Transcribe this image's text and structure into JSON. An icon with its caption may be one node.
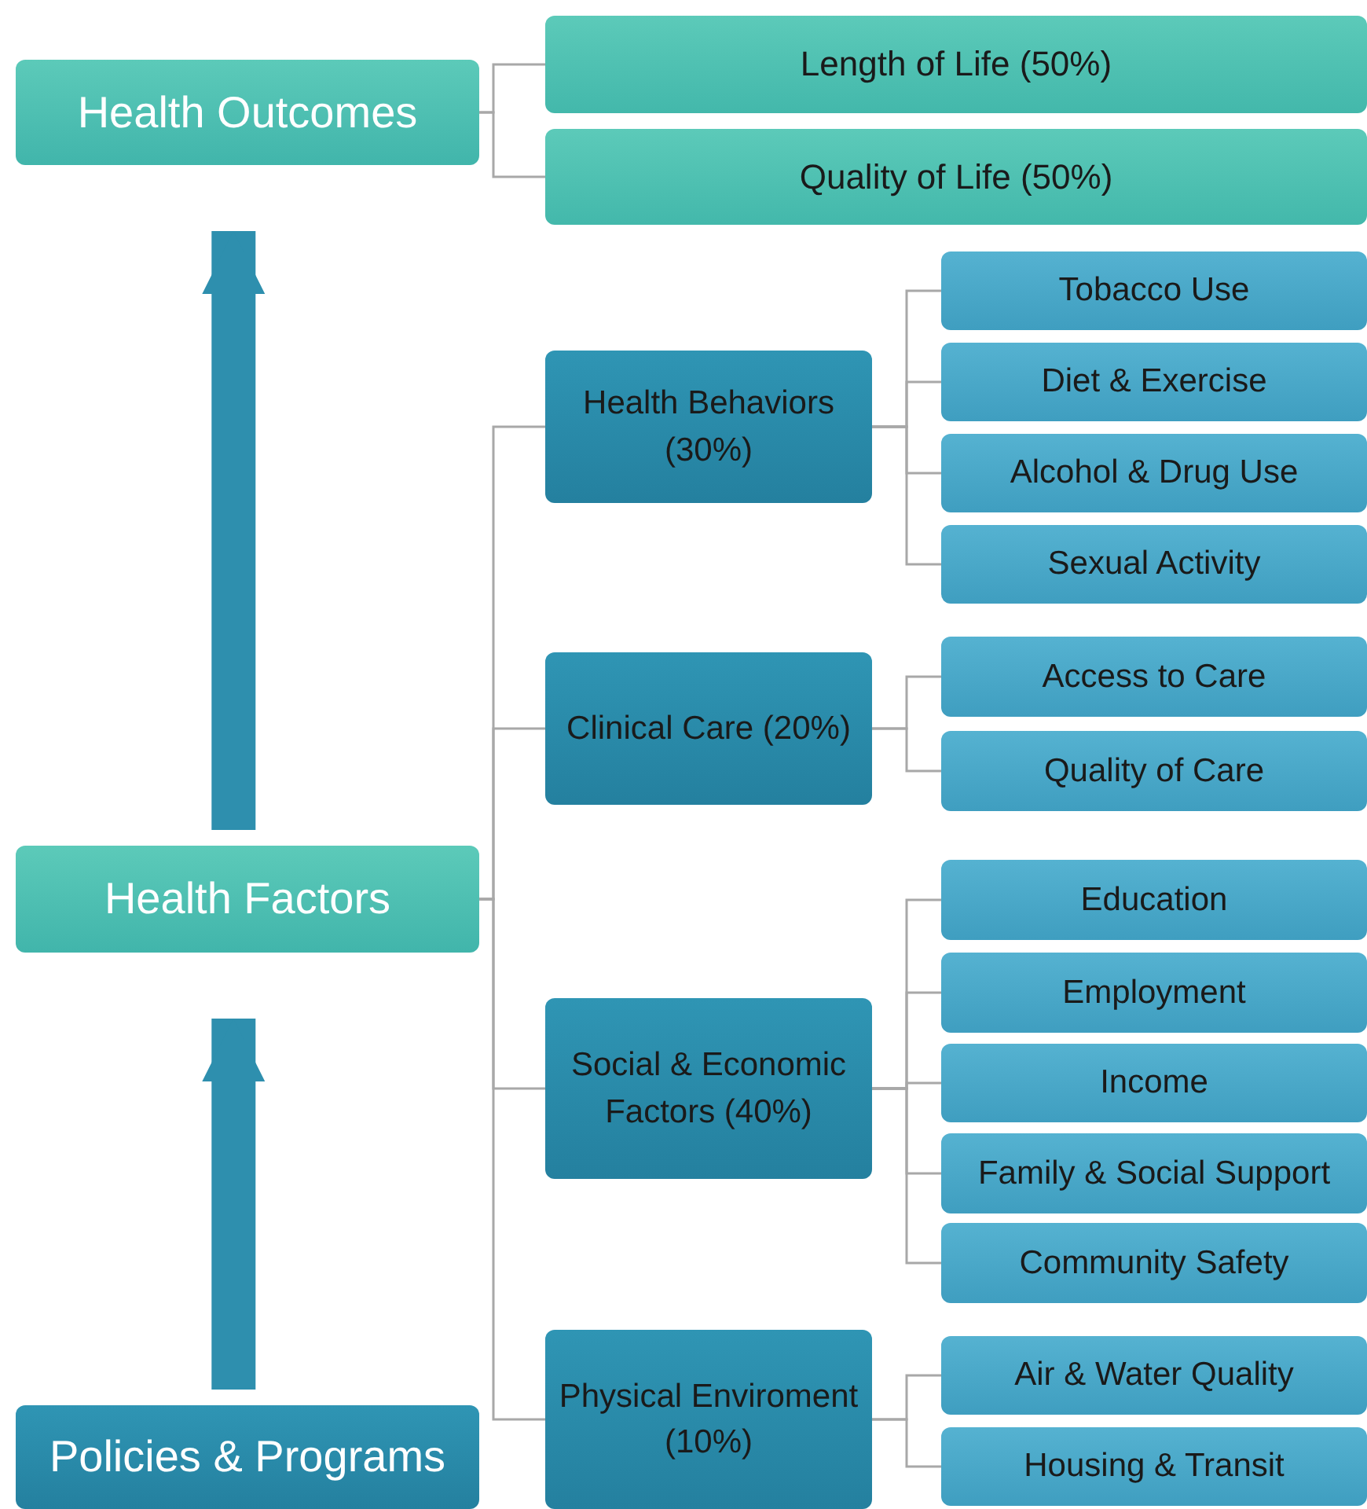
{
  "diagram": {
    "nodes": [
      {
        "text": [
          "Health Outcomes"
        ]
      },
      {
        "text": [
          "Length of Life (50%)"
        ]
      },
      {
        "text": [
          "Quality of Life (50%)"
        ]
      },
      {
        "text": [
          "Health Factors"
        ]
      },
      {
        "text": [
          "Health Behaviors (30%)"
        ]
      },
      {
        "text": [
          "Tobacco Use"
        ]
      },
      {
        "text": [
          "Diet & Exercise"
        ]
      },
      {
        "text": [
          "Alcohol & Drug Use"
        ]
      },
      {
        "text": [
          "Sexual Activity"
        ]
      },
      {
        "text": [
          "Clinical Care (20%)"
        ]
      },
      {
        "text": [
          "Access to Care"
        ]
      },
      {
        "text": [
          "Quality of Care"
        ]
      },
      {
        "text": [
          "Social & Economic Factors (40%)"
        ]
      },
      {
        "text": [
          "Education"
        ]
      },
      {
        "text": [
          "Employment"
        ]
      },
      {
        "text": [
          "Income"
        ]
      },
      {
        "text": [
          "Family & Social Support"
        ]
      },
      {
        "text": [
          "Community Safety"
        ]
      },
      {
        "text": [
          "Physical Enviroment (10%)"
        ]
      },
      {
        "text": [
          "Air & Water Quality"
        ]
      },
      {
        "text": [
          "Housing & Transit"
        ]
      },
      {
        "text": [
          "Policies & Programs"
        ]
      }
    ],
    "edges": [
      {
        "from": 0,
        "to": 1,
        "arrow": "none"
      },
      {
        "from": 0,
        "to": 2,
        "arrow": "none"
      },
      {
        "from": 3,
        "to": 4,
        "arrow": "none"
      },
      {
        "from": 3,
        "to": 9,
        "arrow": "none"
      },
      {
        "from": 3,
        "to": 12,
        "arrow": "none"
      },
      {
        "from": 3,
        "to": 18,
        "arrow": "none"
      },
      {
        "from": 4,
        "to": 5,
        "arrow": "none"
      },
      {
        "from": 4,
        "to": 6,
        "arrow": "none"
      },
      {
        "from": 4,
        "to": 7,
        "arrow": "none"
      },
      {
        "from": 4,
        "to": 8,
        "arrow": "none"
      },
      {
        "from": 9,
        "to": 10,
        "arrow": "none"
      },
      {
        "from": 9,
        "to": 11,
        "arrow": "none"
      },
      {
        "from": 12,
        "to": 13,
        "arrow": "none"
      },
      {
        "from": 12,
        "to": 14,
        "arrow": "none"
      },
      {
        "from": 12,
        "to": 15,
        "arrow": "none"
      },
      {
        "from": 12,
        "to": 16,
        "arrow": "none"
      },
      {
        "from": 12,
        "to": 17,
        "arrow": "none"
      },
      {
        "from": 18,
        "to": 19,
        "arrow": "none"
      },
      {
        "from": 18,
        "to": 20,
        "arrow": "none"
      },
      {
        "from": 21,
        "to": 3,
        "arrow": "to",
        "style": "thick",
        "color": "#2e8fae"
      },
      {
        "from": 3,
        "to": 0,
        "arrow": "to",
        "style": "thick",
        "color": "#2e8fae"
      }
    ]
  }
}
